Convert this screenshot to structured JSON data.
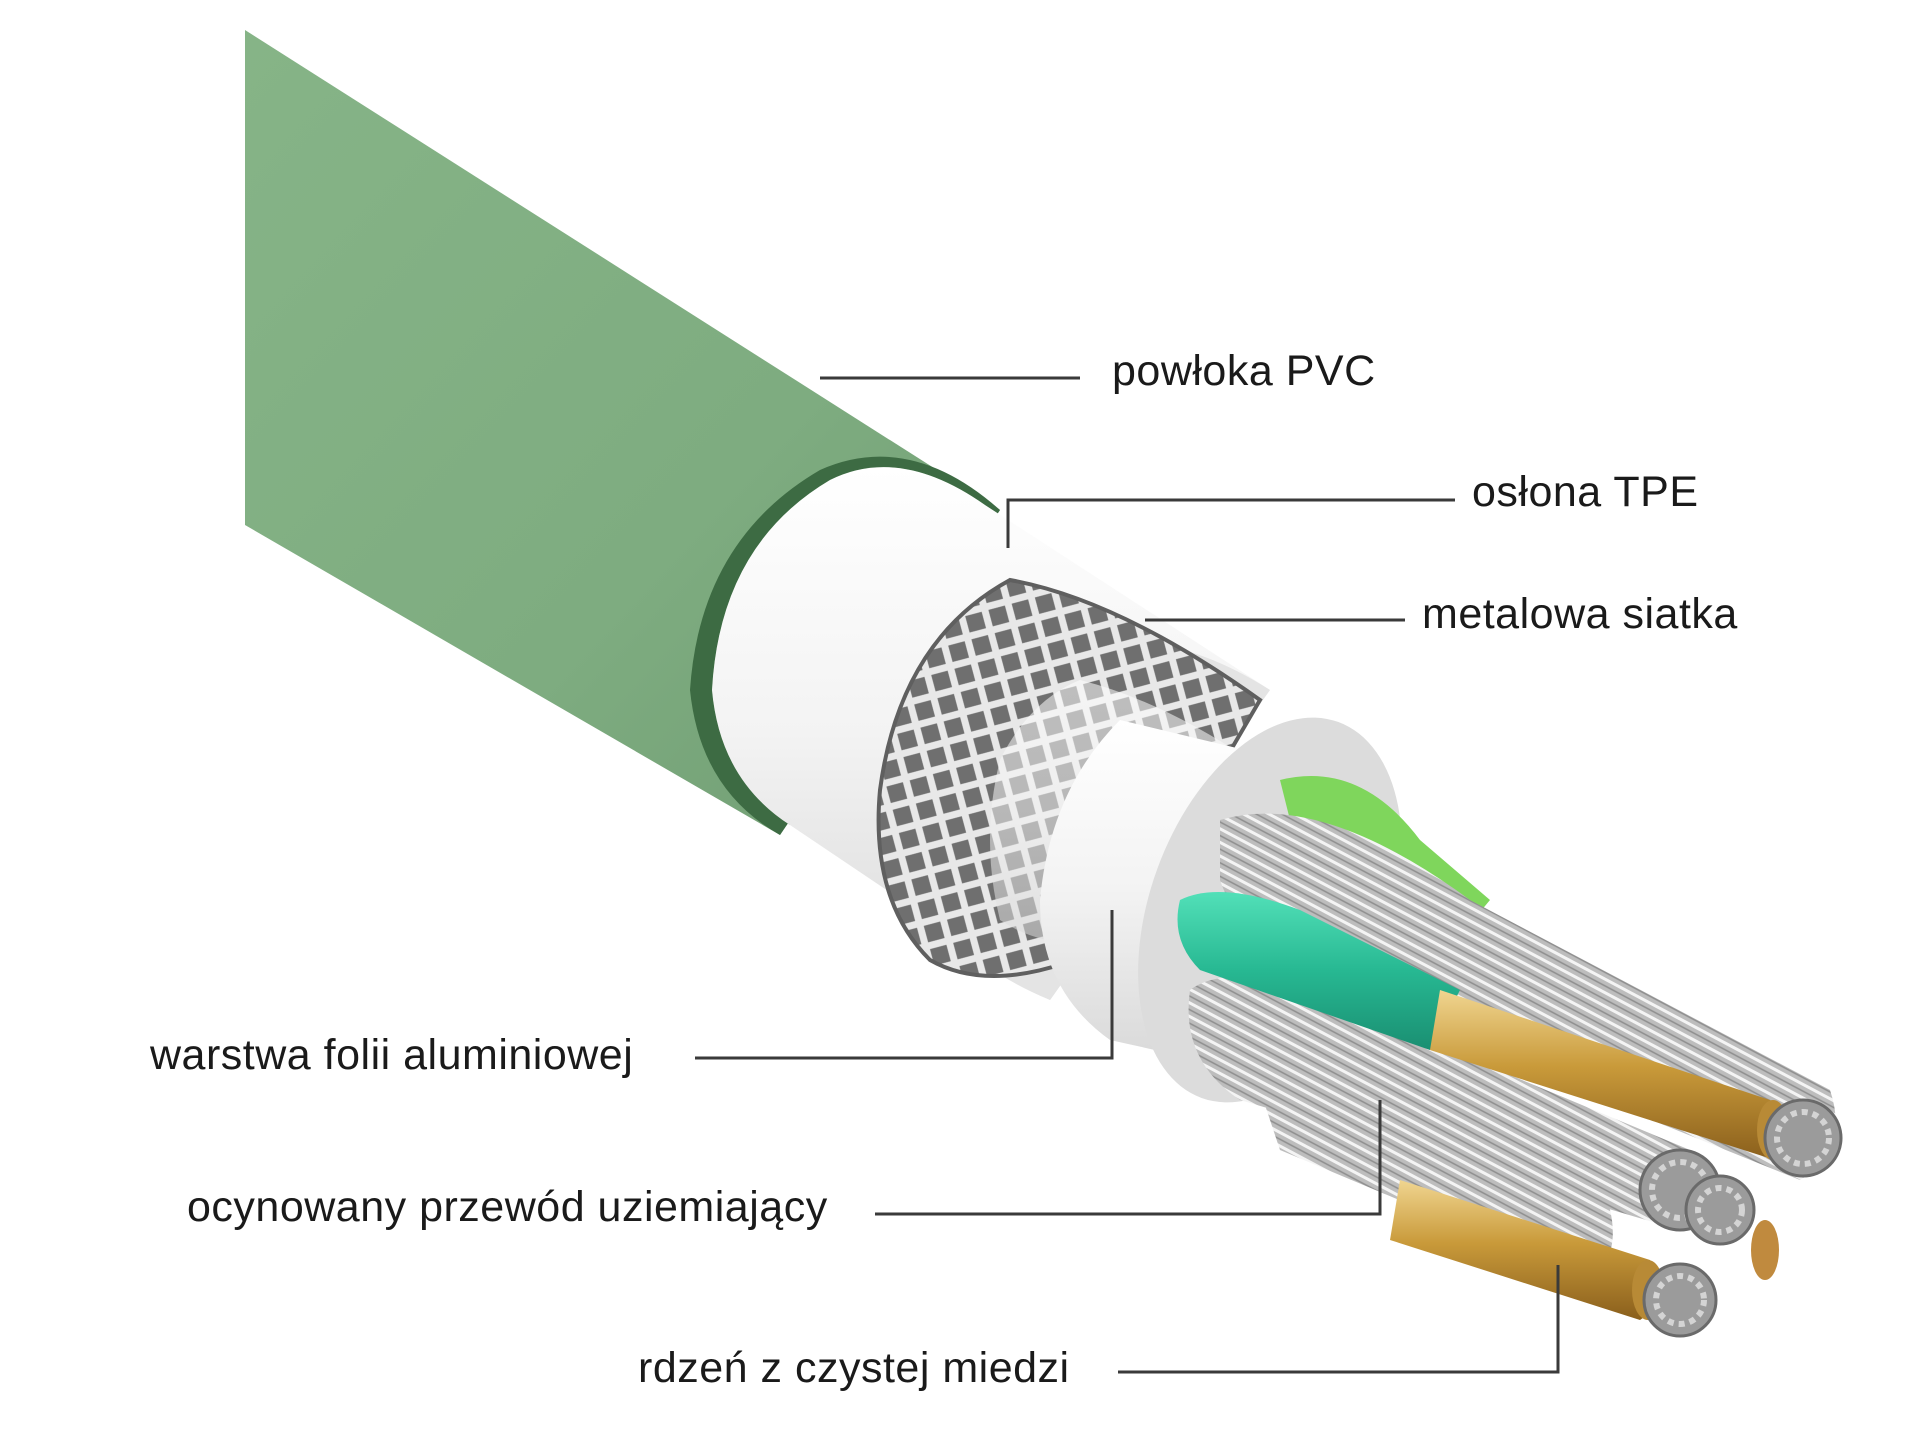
{
  "labels": {
    "pvc_jacket": "powłoka PVC",
    "tpe_sheath": "osłona TPE",
    "metal_mesh": "metalowa siatka",
    "aluminium_foil": "warstwa folii aluminiowej",
    "tinned_drain_wire": "ocynowany przewód uziemiający",
    "pure_copper_core": "rdzeń z czystej miedzi"
  },
  "colors": {
    "pvc_jacket": "#7fae80",
    "pvc_jacket_edge": "#2f5a35",
    "tpe_sheath": "#f2f2f2",
    "metal_mesh": "#a8a8a8",
    "foil": "#e6e6e6",
    "teal_insulation": "#2ec4a0",
    "green_insulation": "#7ed957",
    "copper": "#c9a24a",
    "tinned_strands": "#c8c8c8",
    "leader_lines": "#333333"
  }
}
